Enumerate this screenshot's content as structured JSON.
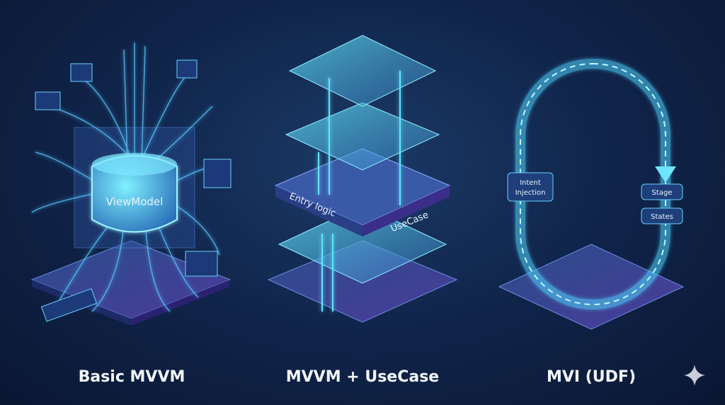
{
  "panels": [
    {
      "title": "Basic MVVM",
      "core_label": "ViewModel"
    },
    {
      "title": "MVVM + UseCase",
      "layer_labels": [
        "Entry logic",
        "UseCase"
      ]
    },
    {
      "title": "MVI (UDF)",
      "nodes": [
        "Intent",
        "Injection",
        "Stage",
        "States"
      ]
    }
  ],
  "colors": {
    "background": "#10244a",
    "accent": "#4fd6ff",
    "platform": "#3a3f8f"
  },
  "icons": [
    "sparkle-icon"
  ]
}
